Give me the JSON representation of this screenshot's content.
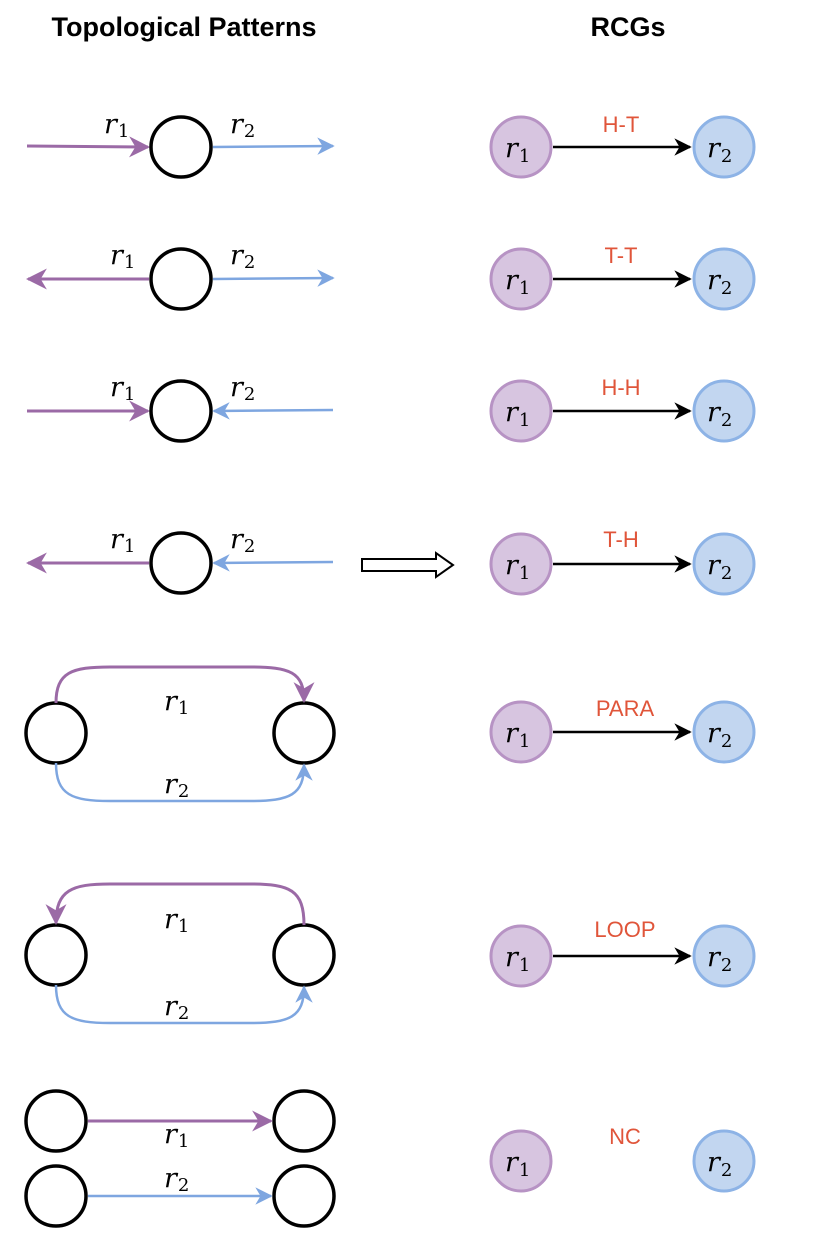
{
  "headers": {
    "left": "Topological Patterns",
    "right": "RCGs"
  },
  "symbols": {
    "r1_base": "r",
    "r1_sub": "1",
    "r2_base": "r",
    "r2_sub": "2"
  },
  "rcg_labels": [
    "H-T",
    "T-T",
    "H-H",
    "T-H",
    "PARA",
    "LOOP",
    "NC"
  ],
  "colors": {
    "r1_stroke": "#9b6aa6",
    "r1_fill": "#d7c5e0",
    "r2_stroke": "#7ea6e0",
    "r2_fill": "#c2d6f0",
    "label": "#e0553a"
  }
}
